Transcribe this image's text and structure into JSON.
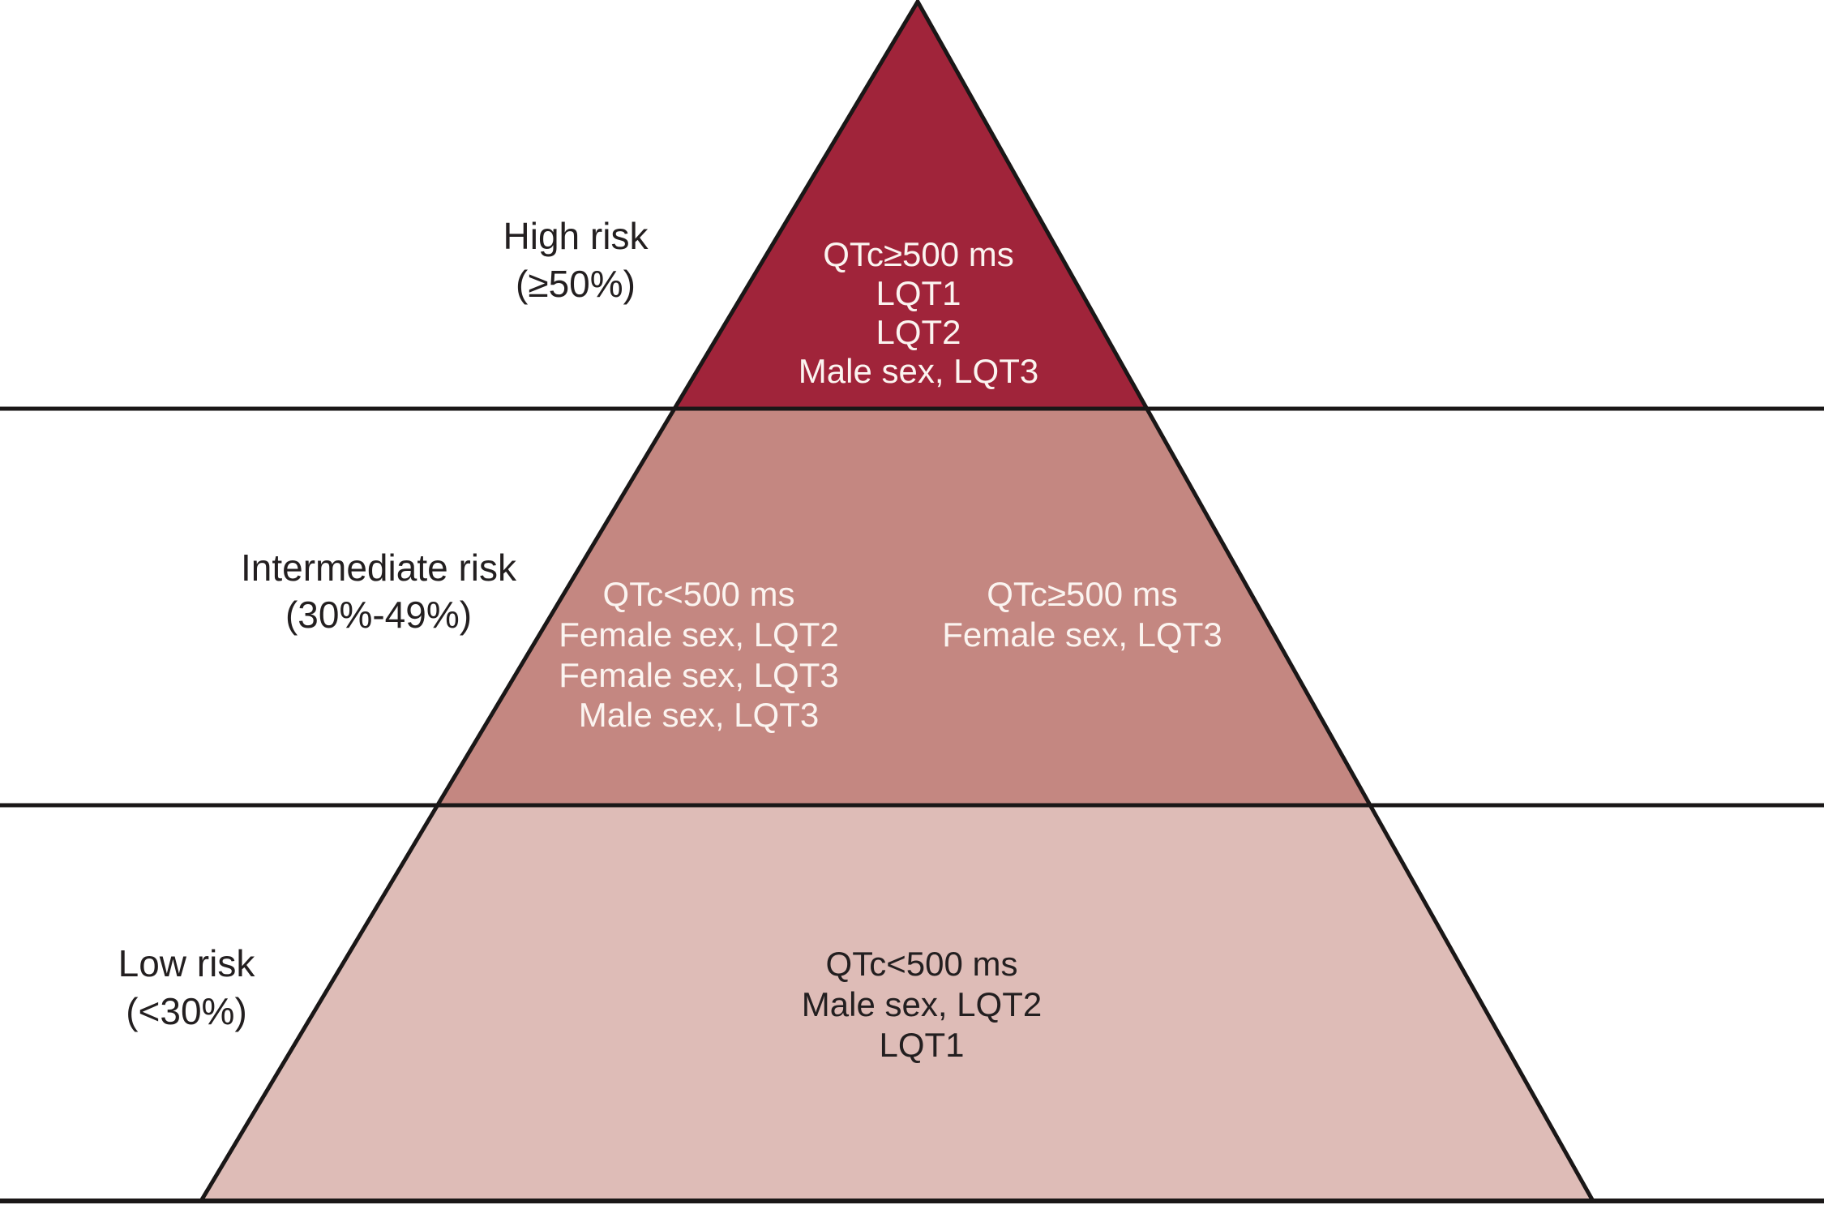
{
  "figure": {
    "type": "risk-pyramid-diagram",
    "colors": {
      "high_fill": "#A0243A",
      "intermediate_fill": "#C48781",
      "low_fill": "#DEBCB7",
      "outline": "#1A1717",
      "text_light": "#FBF4F0",
      "text_dark": "#231F20",
      "background": "#FFFFFF"
    },
    "tiers": [
      {
        "name": "high",
        "label_lines": [
          "High risk",
          "(≥50%)"
        ],
        "items": [
          "QTc≥500 ms",
          "LQT1",
          "LQT2",
          "Male sex, LQT3"
        ]
      },
      {
        "name": "intermediate",
        "label_lines": [
          "Intermediate risk",
          "(30%-49%)"
        ],
        "items_left": [
          "QTc<500 ms",
          "Female sex, LQT2",
          "Female sex, LQT3",
          "Male sex, LQT3"
        ],
        "items_right": [
          "QTc≥500 ms",
          "Female sex, LQT3"
        ]
      },
      {
        "name": "low",
        "label_lines": [
          "Low risk",
          "(<30%)"
        ],
        "items": [
          "QTc<500 ms",
          "Male sex, LQT2",
          "LQT1"
        ]
      }
    ]
  }
}
